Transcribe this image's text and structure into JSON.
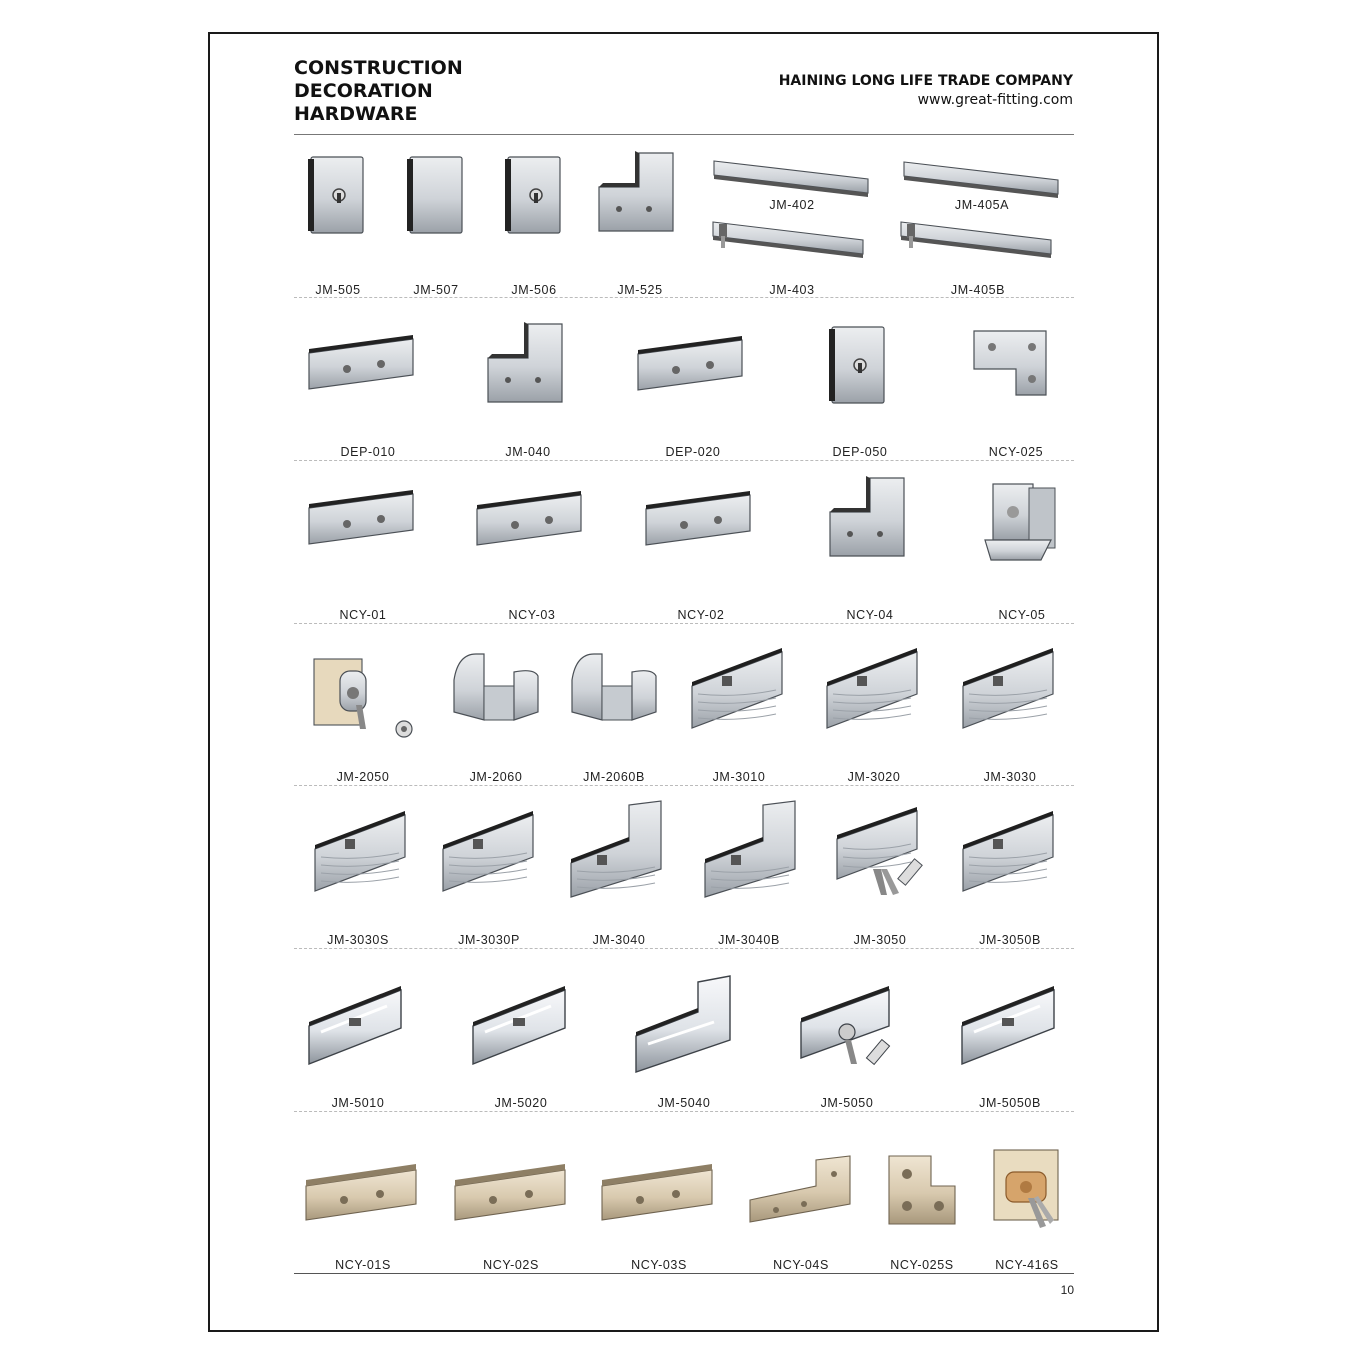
{
  "header": {
    "title_lines": [
      "CONSTRUCTION",
      "DECORATION",
      "HARDWARE"
    ],
    "company_name": "HAINING LONG LIFE TRADE COMPANY",
    "website": "www.great-fitting.com"
  },
  "page_number": "10",
  "colors": {
    "frame": "#1a1a1a",
    "metal_light": "#e6e8eb",
    "metal_dark": "#9ba1a8",
    "satin_gold": "#d8c9ae"
  },
  "rows": [
    {
      "products": [
        {
          "label": "JM-505",
          "icon": "patch-lock-icon"
        },
        {
          "label": "JM-507",
          "icon": "patch-plate-icon"
        },
        {
          "label": "JM-506",
          "icon": "patch-lock-icon"
        },
        {
          "label": "JM-525",
          "icon": "l-patch-icon"
        },
        {
          "label": "JM-402",
          "icon": "rail-icon"
        },
        {
          "label": "JM-405A",
          "icon": "rail-icon"
        },
        {
          "label": "JM-403",
          "icon": "rail-lock-icon"
        },
        {
          "label": "JM-405B",
          "icon": "rail-lock-icon"
        }
      ]
    },
    {
      "products": [
        {
          "label": "DEP-010",
          "icon": "patch-fitting-icon"
        },
        {
          "label": "JM-040",
          "icon": "l-patch-icon"
        },
        {
          "label": "DEP-020",
          "icon": "patch-fitting-icon"
        },
        {
          "label": "DEP-050",
          "icon": "patch-lock-icon"
        },
        {
          "label": "NCY-025",
          "icon": "corner-clamp-icon"
        }
      ]
    },
    {
      "products": [
        {
          "label": "NCY-01",
          "icon": "patch-fitting-icon"
        },
        {
          "label": "NCY-03",
          "icon": "patch-fitting-icon"
        },
        {
          "label": "NCY-02",
          "icon": "patch-fitting-icon"
        },
        {
          "label": "NCY-04",
          "icon": "l-patch-icon"
        },
        {
          "label": "NCY-05",
          "icon": "glass-clamp-icon"
        }
      ]
    },
    {
      "products": [
        {
          "label": "JM-2050",
          "icon": "lock-key-icon"
        },
        {
          "label": "JM-2060",
          "icon": "u-clamp-icon"
        },
        {
          "label": "JM-2060B",
          "icon": "u-clamp-icon"
        },
        {
          "label": "JM-3010",
          "icon": "ribbed-patch-icon"
        },
        {
          "label": "JM-3020",
          "icon": "ribbed-patch-icon"
        },
        {
          "label": "JM-3030",
          "icon": "ribbed-patch-icon"
        }
      ]
    },
    {
      "products": [
        {
          "label": "JM-3030S",
          "icon": "ribbed-patch-icon"
        },
        {
          "label": "JM-3030P",
          "icon": "ribbed-patch-icon"
        },
        {
          "label": "JM-3040",
          "icon": "ribbed-l-patch-icon"
        },
        {
          "label": "JM-3040B",
          "icon": "ribbed-l-patch-icon"
        },
        {
          "label": "JM-3050",
          "icon": "ribbed-lock-icon"
        },
        {
          "label": "JM-3050B",
          "icon": "ribbed-patch-icon"
        }
      ]
    },
    {
      "products": [
        {
          "label": "JM-5010",
          "icon": "chrome-patch-icon"
        },
        {
          "label": "JM-5020",
          "icon": "chrome-patch-icon"
        },
        {
          "label": "JM-5040",
          "icon": "chrome-l-patch-icon"
        },
        {
          "label": "JM-5050",
          "icon": "chrome-lock-icon"
        },
        {
          "label": "JM-5050B",
          "icon": "chrome-patch-icon"
        }
      ]
    },
    {
      "products": [
        {
          "label": "NCY-01S",
          "icon": "gold-patch-icon"
        },
        {
          "label": "NCY-02S",
          "icon": "gold-patch-icon"
        },
        {
          "label": "NCY-03S",
          "icon": "gold-patch-icon"
        },
        {
          "label": "NCY-04S",
          "icon": "gold-l-patch-icon"
        },
        {
          "label": "NCY-025S",
          "icon": "gold-corner-icon"
        },
        {
          "label": "NCY-416S",
          "icon": "gold-lock-icon"
        }
      ]
    }
  ]
}
